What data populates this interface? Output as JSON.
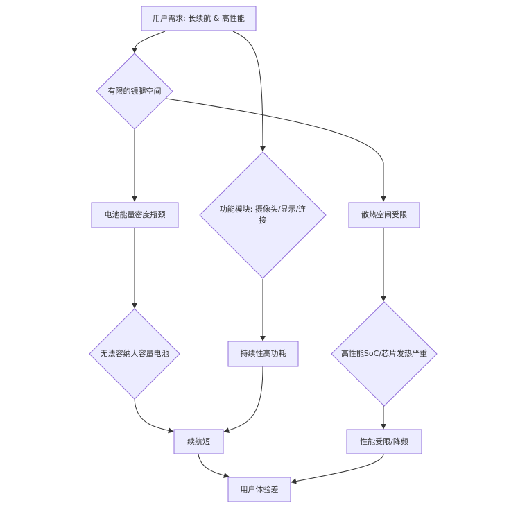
{
  "diagram": {
    "nodes": {
      "A": "用户需求: 长续航 & 高性能",
      "B": "有限的镜腿空间",
      "C": "功能模块: 摄像头/显示/连",
      "C2": "接",
      "D": "电池能量密度瓶颈",
      "E": "散热空间受限",
      "F": "无法容纳大容量电池",
      "G": "持续性高功耗",
      "H": "高性能SoC/芯片发热严重",
      "I": "续航短",
      "J": "性能受限/降频",
      "K": "用户体验差"
    }
  }
}
